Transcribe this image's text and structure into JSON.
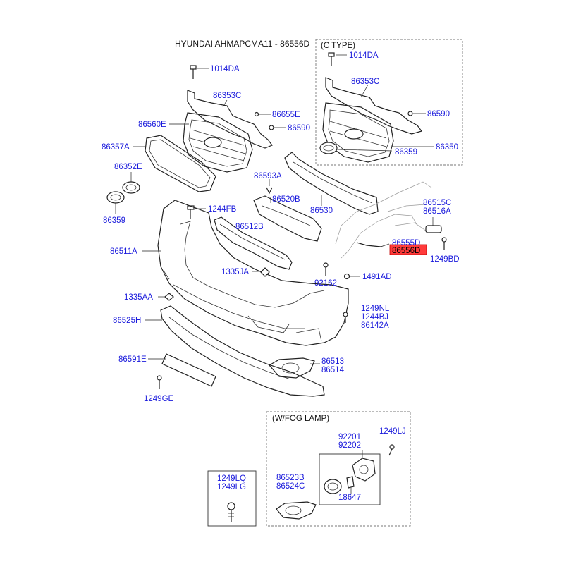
{
  "title": "HYUNDAI AHMAPCMA11 - 86556D",
  "highlight_color": "#ff3b3b",
  "label_color": "#1a1adc",
  "boxes": {
    "c_type": "(C TYPE)",
    "fog_lamp": "(W/FOG LAMP)"
  },
  "labels": {
    "l1014DA_a": "1014DA",
    "l1014DA_b": "1014DA",
    "l86353C_a": "86353C",
    "l86353C_b": "86353C",
    "l86655E": "86655E",
    "l86590_a": "86590",
    "l86590_b": "86590",
    "l86560E": "86560E",
    "l86357A": "86357A",
    "l86352E": "86352E",
    "l86359_a": "86359",
    "l86359_b": "86359",
    "l86350": "86350",
    "l86593A": "86593A",
    "l86520B": "86520B",
    "l86530": "86530",
    "l86515C": "86515C",
    "l86516A": "86516A",
    "l1244FB": "1244FB",
    "l86512B": "86512B",
    "l86511A": "86511A",
    "l86555D": "86555D",
    "l86556D": "86556D",
    "l1249BD": "1249BD",
    "l1335JA": "1335JA",
    "l92162": "92162",
    "l1491AD": "1491AD",
    "l1335AA": "1335AA",
    "l1249NL": "1249NL",
    "l1244BJ": "1244BJ",
    "l86142A": "86142A",
    "l86525H": "86525H",
    "l86591E": "86591E",
    "l86513": "86513",
    "l86514": "86514",
    "l1249GE": "1249GE",
    "l92201": "92201",
    "l92202": "92202",
    "l1249LJ": "1249LJ",
    "l86523B": "86523B",
    "l86524C": "86524C",
    "l18647": "18647",
    "l1249LQ": "1249LQ",
    "l1249LG": "1249LG"
  }
}
